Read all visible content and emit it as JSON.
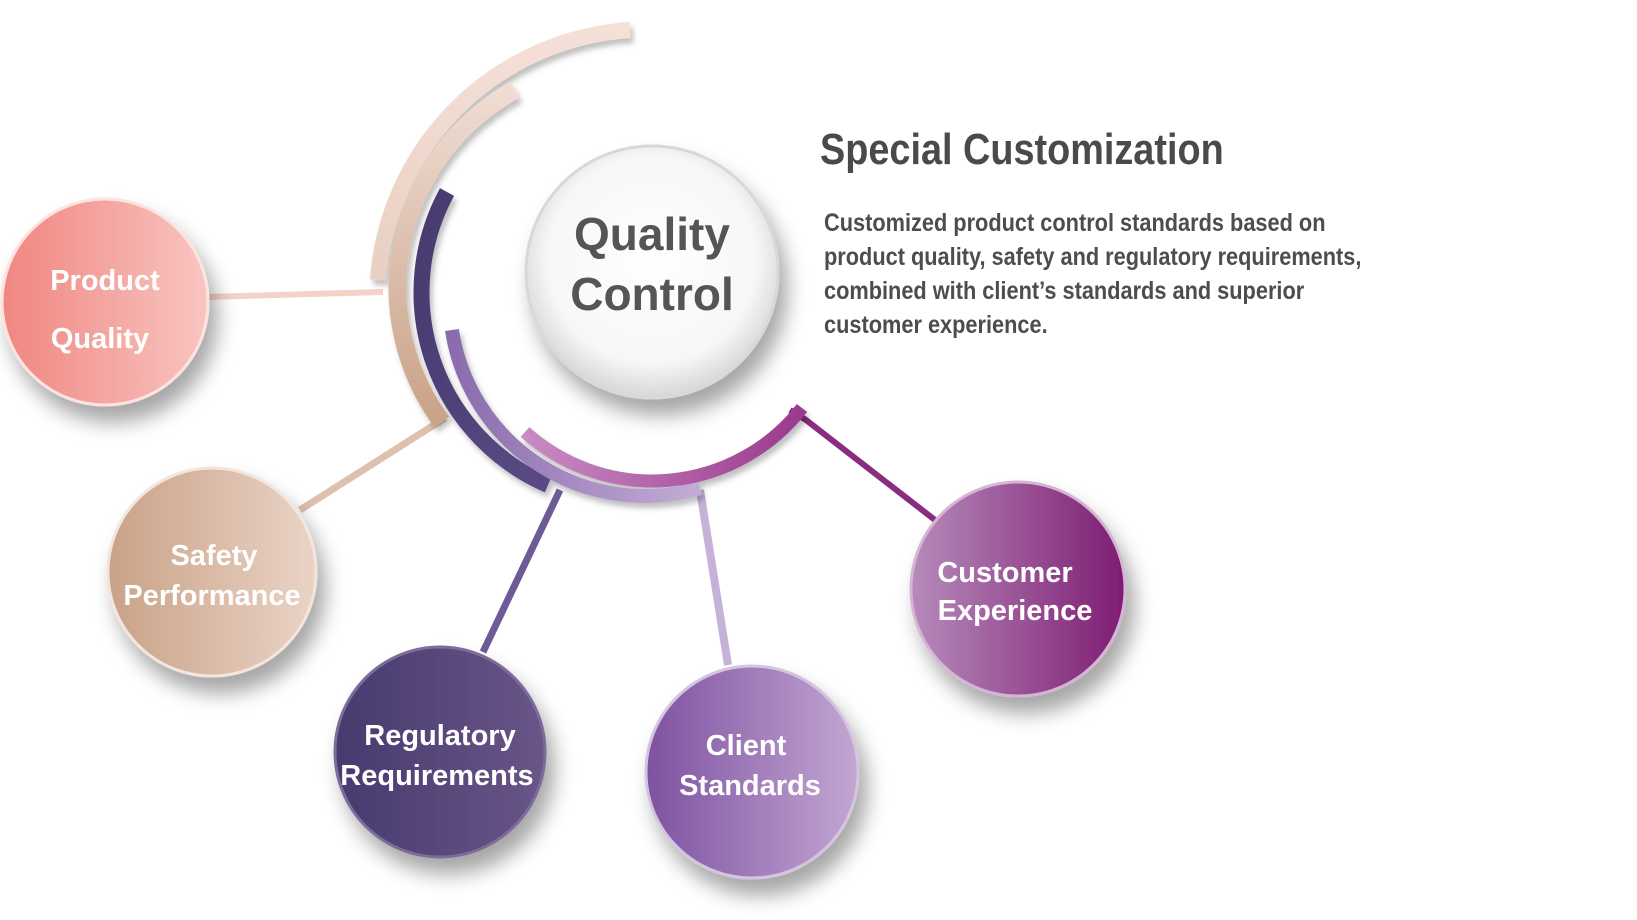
{
  "center": {
    "line1": "Quality",
    "line2": "Control"
  },
  "heading": "Special Customization",
  "description": "Customized product control standards based on product quality, safety and regulatory requirements, combined with client’s standards and superior customer experience.",
  "nodes": [
    {
      "line1": "Product",
      "line2": "Quality",
      "color_dark": "#f08680",
      "color_light": "#f8c5c1"
    },
    {
      "line1": "Safety",
      "line2": "Performance",
      "color_dark": "#c9a287",
      "color_light": "#ead3c6"
    },
    {
      "line1": "Regulatory",
      "line2": "Requirements",
      "color_dark": "#463a6e",
      "color_light": "#6a5588"
    },
    {
      "line1": "Client",
      "line2": "Standards",
      "color_dark": "#7d52a0",
      "color_light": "#c3a6d3"
    },
    {
      "line1": "Customer",
      "line2": "Experience",
      "color_dark": "#b68bbb",
      "color_light": "#7e1c72"
    }
  ]
}
